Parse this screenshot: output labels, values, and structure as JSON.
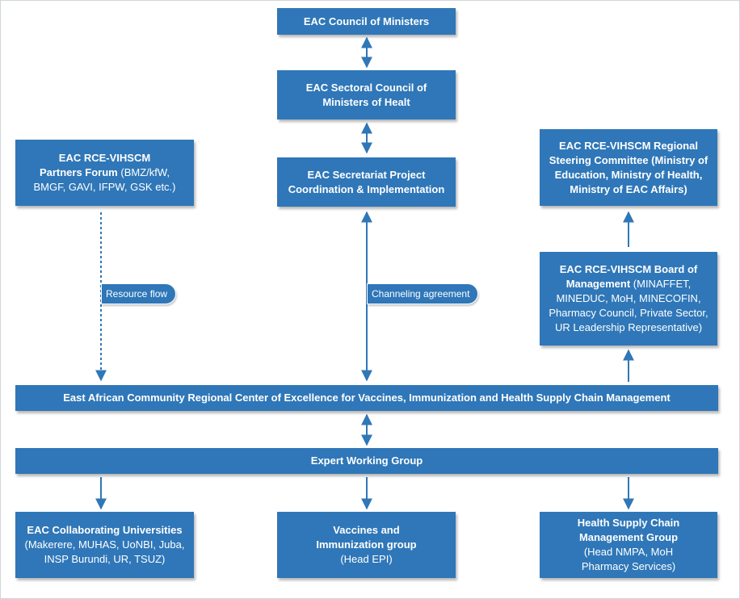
{
  "nodes": {
    "council": {
      "title": "EAC Council of Ministers"
    },
    "sectoral": {
      "line1": "EAC Sectoral Council of",
      "line2": "Ministers of Healt"
    },
    "secretariat": {
      "line1": "EAC Secretariat Project",
      "line2": "Coordination & Implementation"
    },
    "partners": {
      "title_line1": "EAC RCE-VIHSCM",
      "title_line2": "Partners Forum",
      "detail_a": " (BMZ/kfW,",
      "detail_b": "BMGF, GAVI, IFPW, GSK etc.)"
    },
    "steering": {
      "line1": "EAC RCE-VIHSCM Regional",
      "line2": "Steering Committee (Ministry of",
      "line3": "Education, Ministry of Health,",
      "line4": "Ministry of EAC Affairs)"
    },
    "board": {
      "title_line1": "EAC RCE-VIHSCM Board of",
      "title_line2": "Management",
      "detail_a": " (MINAFFET,",
      "detail_b": "MINEDUC, MoH, MINECOFIN,",
      "detail_c": "Pharmacy Council, Private Sector,",
      "detail_d": "UR Leadership Representative)"
    },
    "center": {
      "title": "East African Community Regional Center of Excellence for Vaccines, Immunization and Health Supply Chain Management"
    },
    "expert": {
      "title": "Expert Working Group"
    },
    "universities": {
      "title": "EAC Collaborating Universities",
      "detail_a": "(Makerere, MUHAS, UoNBI, Juba,",
      "detail_b": "INSP Burundi, UR, TSUZ)"
    },
    "vaccines": {
      "line1": "Vaccines and",
      "line2": "Immunization group",
      "detail": "(Head EPI)"
    },
    "supply": {
      "line1": "Health Supply Chain",
      "line2": "Management Group",
      "detail_a": "(Head NMPA, MoH",
      "detail_b": "Pharmacy Services)"
    }
  },
  "labels": {
    "resource_flow": "Resource flow",
    "channeling": "Channeling agreement"
  },
  "colors": {
    "box": "#2f77b8",
    "arrow": "#2f77b8",
    "text": "#ffffff"
  }
}
